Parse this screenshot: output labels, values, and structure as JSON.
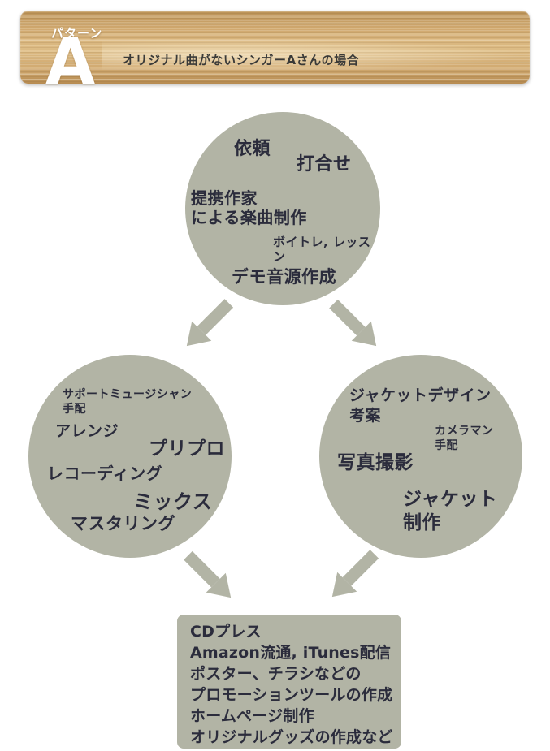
{
  "colors": {
    "background": "#ffffff",
    "circle_fill": "#b2b4a5",
    "text_dark": "#2b2c3c",
    "header_text": "#ffffff",
    "subtitle_text": "#3a3a38",
    "wood_top": "#bb9257",
    "wood_mid": "#d2ab72",
    "wood_light": "#ddbc85",
    "wood_bottom": "#b78c52"
  },
  "header": {
    "pattern_label": "パターン",
    "pattern_letter": "A",
    "subtitle": "オリジナル曲がないシンガーAさんの場合"
  },
  "top_circle": {
    "items": [
      "依頼",
      "打合せ",
      "提携作家\nによる楽曲制作",
      "ボイトレ, レッスン",
      "デモ音源作成"
    ]
  },
  "left_circle": {
    "items": [
      "サポートミュージシャン\n手配",
      "アレンジ",
      "プリプロ",
      "レコーディング",
      "ミックス",
      "マスタリング"
    ]
  },
  "right_circle": {
    "items": [
      "ジャケットデザイン\n考案",
      "カメラマン\n手配",
      "写真撮影",
      "ジャケット\n制作"
    ]
  },
  "bottom_box": {
    "lines": [
      "CDプレス",
      "Amazon流通, iTunes配信",
      "ポスター、チラシなどの",
      "プロモーションツールの作成",
      "ホームページ制作",
      "オリジナルグッズの作成など"
    ]
  }
}
